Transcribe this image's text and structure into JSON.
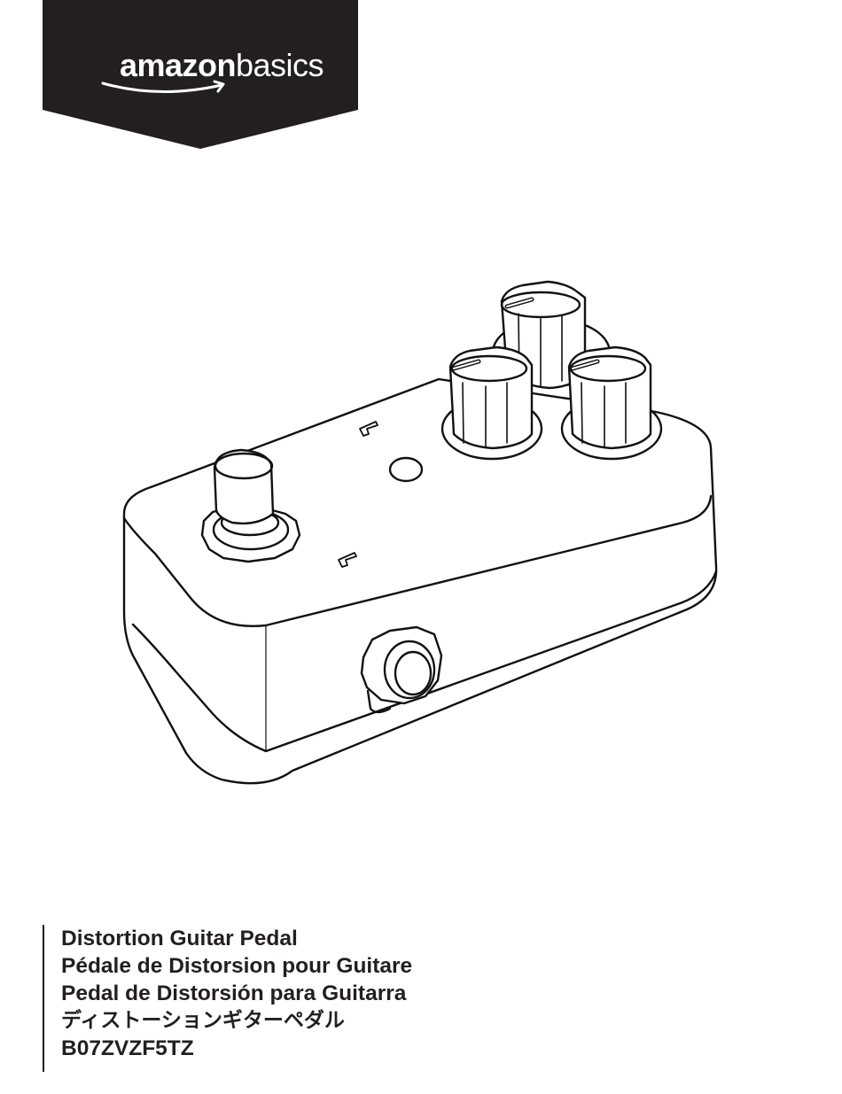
{
  "brand": {
    "logo_bold": "amazon",
    "logo_light": "basics",
    "banner_color": "#231f20"
  },
  "product_image": {
    "icon": "distortion-pedal-illustration"
  },
  "titles": {
    "en": "Distortion Guitar Pedal",
    "fr": "Pédale de Distorsion pour Guitare",
    "es": "Pedal de Distorsión para Guitarra",
    "ja": "ディストーションギターペダル",
    "model": "B07ZVZF5TZ"
  }
}
